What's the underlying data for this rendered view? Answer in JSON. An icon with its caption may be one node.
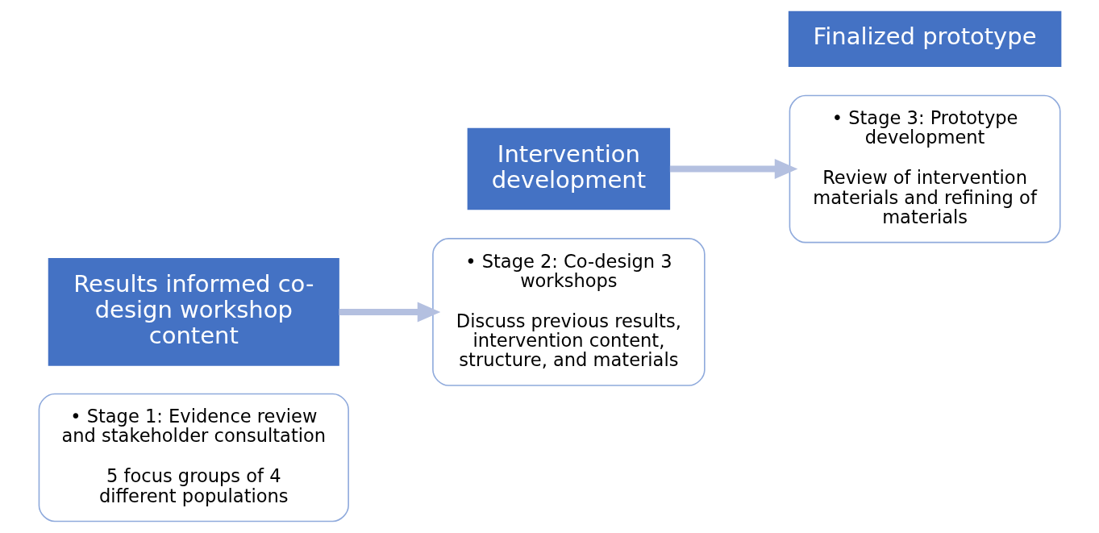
{
  "diagram": {
    "nodes": [
      {
        "text": [
          "• Stage 1: Evidence review and stakeholder consultation",
          "5 focus groups of 4 different populations"
        ]
      },
      {
        "text": [
          "Results informed co-design workshop content"
        ]
      },
      {
        "text": [
          "Intervention development"
        ]
      },
      {
        "text": [
          "• Stage 2: Co-design 3 workshops",
          "Discuss previous results, intervention content, structure, and materials"
        ]
      },
      {
        "text": [
          "• Stage 3: Prototype development",
          "Review of intervention materials and refining of materials"
        ]
      },
      {
        "text": [
          "Finalized prototype"
        ]
      }
    ],
    "edges": [
      {
        "from": 1,
        "to": 3,
        "arrow": "to"
      },
      {
        "from": 2,
        "to": 4,
        "arrow": "to"
      }
    ]
  }
}
